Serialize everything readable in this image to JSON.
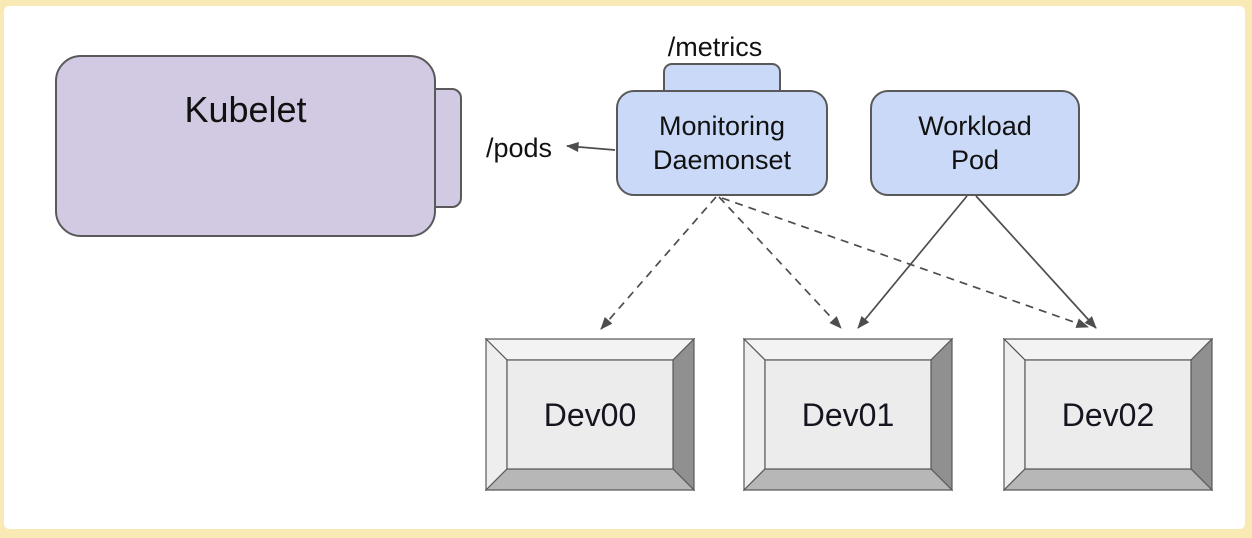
{
  "diagram": {
    "kubelet": {
      "label": "Kubelet"
    },
    "metrics_endpoint": {
      "label": "/metrics"
    },
    "pods_endpoint": {
      "label": "/pods"
    },
    "monitoring_daemonset": {
      "line1": "Monitoring",
      "line2": "Daemonset"
    },
    "workload_pod": {
      "line1": "Workload",
      "line2": "Pod"
    },
    "devices": [
      {
        "label": "Dev00"
      },
      {
        "label": "Dev01"
      },
      {
        "label": "Dev02"
      }
    ],
    "edges": [
      {
        "from": "monitoring-daemonset",
        "to": "pods-endpoint",
        "style": "solid",
        "direction": "left"
      },
      {
        "from": "monitoring-daemonset",
        "to": "dev00",
        "style": "dashed"
      },
      {
        "from": "monitoring-daemonset",
        "to": "dev01",
        "style": "dashed"
      },
      {
        "from": "monitoring-daemonset",
        "to": "dev02",
        "style": "dashed"
      },
      {
        "from": "workload-pod",
        "to": "dev01",
        "style": "solid"
      },
      {
        "from": "workload-pod",
        "to": "dev02",
        "style": "solid"
      }
    ],
    "colors": {
      "frame_border": "#f9e9b4",
      "canvas": "#ffffff",
      "kubelet_fill": "#d2cae3",
      "pod_fill": "#c9d9f7",
      "node_stroke": "#595959",
      "arrow": "#4d4d4d",
      "device_face": "#ececec",
      "device_bevel_top": "#f3f3f3",
      "device_bevel_left": "#eeeeee",
      "device_bevel_right": "#909090",
      "device_bevel_bottom": "#b7b7b7",
      "text": "#111111"
    }
  }
}
